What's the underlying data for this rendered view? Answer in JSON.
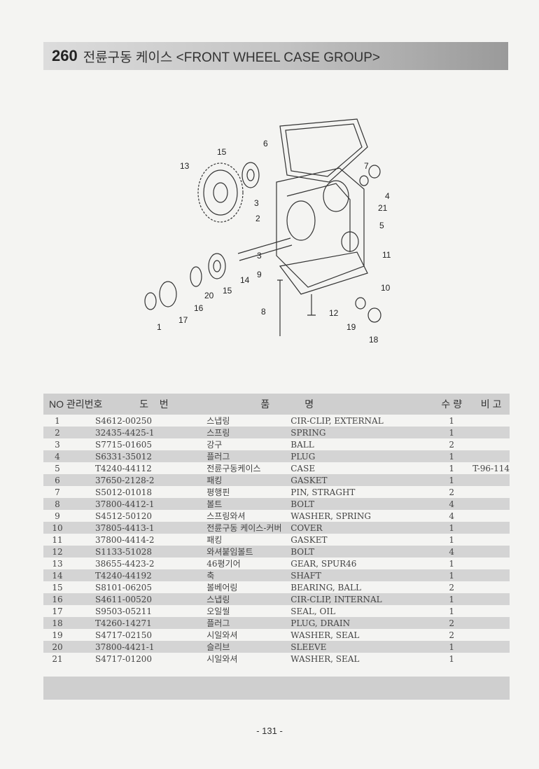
{
  "header": {
    "section_no": "260",
    "title": "전륜구동 케이스 <FRONT WHEEL CASE GROUP>"
  },
  "diagram": {
    "callouts": [
      "6",
      "15",
      "13",
      "7",
      "3",
      "4",
      "21",
      "2",
      "5",
      "11",
      "3",
      "14",
      "9",
      "15",
      "20",
      "10",
      "16",
      "8",
      "12",
      "1",
      "17",
      "19",
      "18"
    ]
  },
  "table": {
    "headers": {
      "no": "NO",
      "mgmt": "관리번호",
      "code": "도    번",
      "name_kr": "품",
      "name_en": "명",
      "qty": "수 량",
      "note": "비 고"
    },
    "rows": [
      {
        "no": "1",
        "code": "S4612-00250",
        "kr": "스냅링",
        "en": "CIR-CLIP, EXTERNAL",
        "qty": "1",
        "note": ""
      },
      {
        "no": "2",
        "code": "32435-4425-1",
        "kr": "스프링",
        "en": "SPRING",
        "qty": "1",
        "note": ""
      },
      {
        "no": "3",
        "code": "S7715-01605",
        "kr": "강구",
        "en": "BALL",
        "qty": "2",
        "note": ""
      },
      {
        "no": "4",
        "code": "S6331-35012",
        "kr": "플러그",
        "en": "PLUG",
        "qty": "1",
        "note": ""
      },
      {
        "no": "5",
        "code": "T4240-44112",
        "kr": "전륜구동케이스",
        "en": "CASE",
        "qty": "1",
        "note": "T-96-114"
      },
      {
        "no": "6",
        "code": "37650-2128-2",
        "kr": "패킹",
        "en": "GASKET",
        "qty": "1",
        "note": ""
      },
      {
        "no": "7",
        "code": "S5012-01018",
        "kr": "평행핀",
        "en": "PIN, STRAGHT",
        "qty": "2",
        "note": ""
      },
      {
        "no": "8",
        "code": "37800-4412-1",
        "kr": "볼트",
        "en": "BOLT",
        "qty": "4",
        "note": ""
      },
      {
        "no": "9",
        "code": "S4512-50120",
        "kr": "스프링와셔",
        "en": "WASHER, SPRING",
        "qty": "4",
        "note": ""
      },
      {
        "no": "10",
        "code": "37805-4413-1",
        "kr": "전륜구동 케이스-커버",
        "en": "COVER",
        "qty": "1",
        "note": ""
      },
      {
        "no": "11",
        "code": "37800-4414-2",
        "kr": "패킹",
        "en": "GASKET",
        "qty": "1",
        "note": ""
      },
      {
        "no": "12",
        "code": "S1133-51028",
        "kr": "와셔붙임볼트",
        "en": "BOLT",
        "qty": "4",
        "note": ""
      },
      {
        "no": "13",
        "code": "38655-4423-2",
        "kr": "46평기어",
        "en": "GEAR, SPUR46",
        "qty": "1",
        "note": ""
      },
      {
        "no": "14",
        "code": "T4240-44192",
        "kr": "축",
        "en": "SHAFT",
        "qty": "1",
        "note": ""
      },
      {
        "no": "15",
        "code": "S8101-06205",
        "kr": "볼베어링",
        "en": "BEARING, BALL",
        "qty": "2",
        "note": ""
      },
      {
        "no": "16",
        "code": "S4611-00520",
        "kr": "스냅링",
        "en": "CIR-CLIP, INTERNAL",
        "qty": "1",
        "note": ""
      },
      {
        "no": "17",
        "code": "S9503-05211",
        "kr": "오일씰",
        "en": "SEAL, OIL",
        "qty": "1",
        "note": ""
      },
      {
        "no": "18",
        "code": "T4260-14271",
        "kr": "플러그",
        "en": "PLUG, DRAIN",
        "qty": "2",
        "note": ""
      },
      {
        "no": "19",
        "code": "S4717-02150",
        "kr": "시일와셔",
        "en": "WASHER, SEAL",
        "qty": "2",
        "note": ""
      },
      {
        "no": "20",
        "code": "37800-4421-1",
        "kr": "슬리브",
        "en": "SLEEVE",
        "qty": "1",
        "note": ""
      },
      {
        "no": "21",
        "code": "S4717-01200",
        "kr": "시일와셔",
        "en": "WASHER, SEAL",
        "qty": "1",
        "note": ""
      }
    ]
  },
  "footer": {
    "page": "- 131 -"
  }
}
